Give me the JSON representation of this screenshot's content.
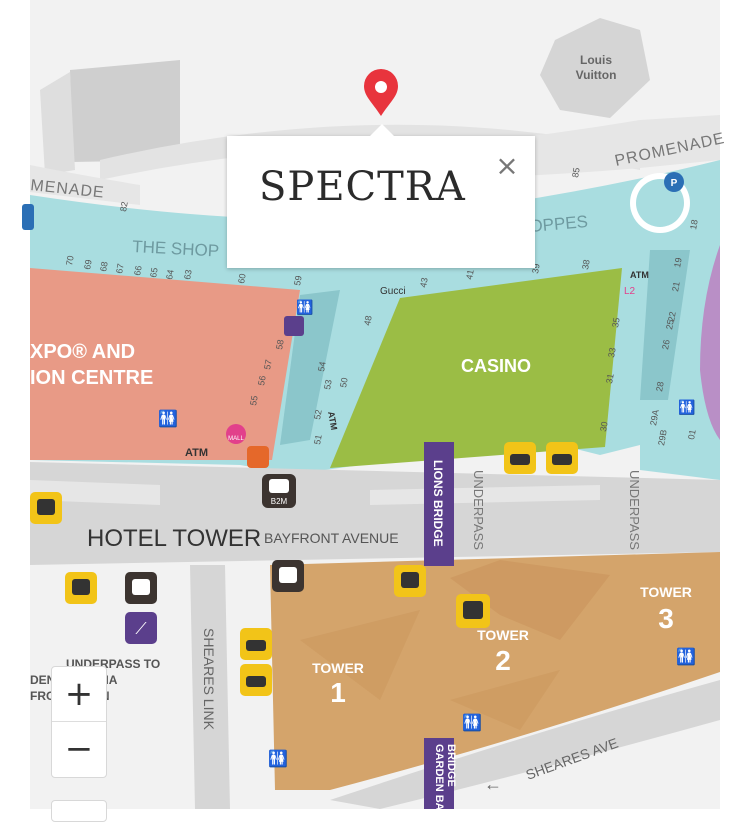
{
  "popup": {
    "title": "SPECTRA",
    "close": "×"
  },
  "zoom": {
    "in": "+",
    "out": "−"
  },
  "labels": {
    "louis_vuitton_1": "Louis",
    "louis_vuitton_2": "Vuitton",
    "promenade_right": "PROMENADE",
    "promenade_left": "MENADE",
    "shoppes_left": "THE SHOP",
    "shoppes_right": "OPPES",
    "expo_1": "XPO® AND",
    "expo_2": "ION CENTRE",
    "casino": "CASINO",
    "hotel_tower": "HOTEL TOWER",
    "bayfront": "BAYFRONT AVENUE",
    "lions_bridge": "LIONS BRIDGE",
    "underpass1": "UNDERPASS",
    "underpass2": "UNDERPASS",
    "atm1": "ATM",
    "atm2": "ATM",
    "atm3": "ATM",
    "gucci": "Gucci",
    "mall": "MALL",
    "b2m": "B2M",
    "l2": "L2",
    "tower1_a": "TOWER",
    "tower1_b": "1",
    "tower2_a": "TOWER",
    "tower2_b": "2",
    "tower3_a": "TOWER",
    "tower3_b": "3",
    "sheares_link": "SHEARES LINK",
    "sheares_ave": "SHEARES AVE",
    "garden_bay_1": "GARDEN BA",
    "garden_bay_2": "BRIDGE",
    "underpass_to_1": "UNDERPASS TO",
    "underpass_to_2": "DEN        E BAY VIA",
    "underpass_to_3": "FRO        STATION"
  },
  "shop_numbers": [
    "82",
    "70",
    "69",
    "68",
    "67",
    "66",
    "65",
    "64",
    "63",
    "60",
    "59",
    "58",
    "57",
    "56",
    "55",
    "54",
    "53",
    "52",
    "51",
    "50",
    "48",
    "43",
    "41",
    "39",
    "38",
    "35",
    "33",
    "31",
    "30",
    "29A",
    "29B",
    "28",
    "26",
    "25",
    "22",
    "21",
    "19",
    "18",
    "85",
    "01"
  ],
  "colors": {
    "expo": "#e89a86",
    "casino": "#9bbd45",
    "teal": "#a9dde0",
    "tower": "#d4a46b",
    "road": "#d6d6d6",
    "road_light": "#e6e6e6",
    "building_gray": "#cfcfcf",
    "purple": "#5b3f8c",
    "yellow_icon": "#f2c418",
    "dark_icon": "#3c3430",
    "pin": "#e8343d",
    "pink": "#e2408b",
    "lilac": "#b98fc6"
  }
}
